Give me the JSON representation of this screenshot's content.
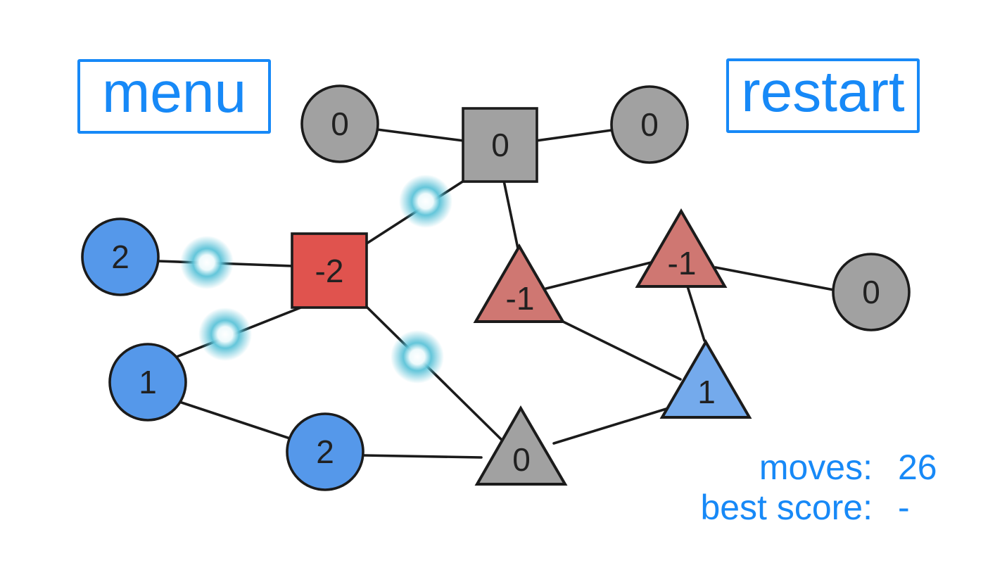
{
  "ui": {
    "menu_label": "menu",
    "restart_label": "restart",
    "moves_label": "moves:",
    "moves_value": "26",
    "best_score_label": "best score:",
    "best_score_value": "-"
  },
  "colors": {
    "accent": "#1789f7",
    "node_gray": "#a1a1a1",
    "node_blue_circle": "#5598ea",
    "node_blue_triangle": "#74aaec",
    "node_red_square": "#e0534e",
    "node_red_triangle": "#cf7772",
    "edge": "#1b1b1b",
    "glow_marker": "#4dbcd4"
  },
  "graph": {
    "nodes": [
      {
        "id": "n0",
        "shape": "circle",
        "color": "gray",
        "value": "0"
      },
      {
        "id": "n1",
        "shape": "square",
        "color": "gray",
        "value": "0"
      },
      {
        "id": "n2",
        "shape": "circle",
        "color": "gray",
        "value": "0"
      },
      {
        "id": "n3",
        "shape": "circle",
        "color": "blue",
        "value": "2"
      },
      {
        "id": "n4",
        "shape": "square",
        "color": "red",
        "value": "-2"
      },
      {
        "id": "n5",
        "shape": "triangle",
        "color": "red",
        "value": "-1"
      },
      {
        "id": "n6",
        "shape": "triangle",
        "color": "red",
        "value": "-1"
      },
      {
        "id": "n7",
        "shape": "circle",
        "color": "gray",
        "value": "0"
      },
      {
        "id": "n8",
        "shape": "circle",
        "color": "blue",
        "value": "1"
      },
      {
        "id": "n9",
        "shape": "triangle",
        "color": "blue",
        "value": "1"
      },
      {
        "id": "n10",
        "shape": "circle",
        "color": "blue",
        "value": "2"
      },
      {
        "id": "n11",
        "shape": "triangle",
        "color": "gray",
        "value": "0"
      }
    ],
    "edges": [
      {
        "from": "n0",
        "to": "n1"
      },
      {
        "from": "n1",
        "to": "n2"
      },
      {
        "from": "n1",
        "to": "n5"
      },
      {
        "from": "n1",
        "to": "n4"
      },
      {
        "from": "n3",
        "to": "n4"
      },
      {
        "from": "n8",
        "to": "n4"
      },
      {
        "from": "n4",
        "to": "n11"
      },
      {
        "from": "n8",
        "to": "n10"
      },
      {
        "from": "n10",
        "to": "n11"
      },
      {
        "from": "n5",
        "to": "n6"
      },
      {
        "from": "n5",
        "to": "n9"
      },
      {
        "from": "n6",
        "to": "n7"
      },
      {
        "from": "n6",
        "to": "n9"
      },
      {
        "from": "n11",
        "to": "n9"
      }
    ],
    "highlighted_edges": [
      {
        "from": "n1",
        "to": "n4"
      },
      {
        "from": "n3",
        "to": "n4"
      },
      {
        "from": "n8",
        "to": "n4"
      },
      {
        "from": "n4",
        "to": "n11"
      }
    ]
  }
}
